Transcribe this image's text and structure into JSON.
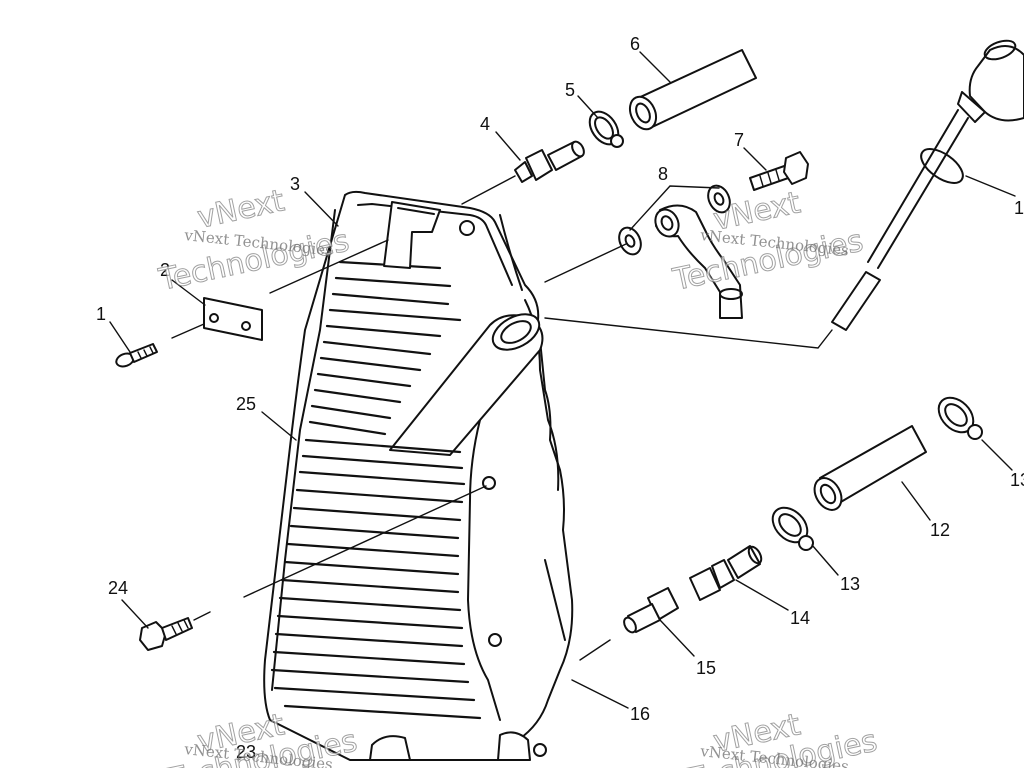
{
  "part_labels": {
    "p1": "1",
    "p2": "2",
    "p3": "3",
    "p4": "4",
    "p5": "5",
    "p6": "6",
    "p7": "7",
    "p8": "8",
    "p10": "1",
    "p12": "12",
    "p13a": "13",
    "p13b": "13",
    "p14": "14",
    "p15": "15",
    "p16": "16",
    "p23": "23",
    "p24": "24",
    "p25": "25"
  },
  "watermarks": {
    "w1_small": "vNext Technologies",
    "w1_big_a": "vNext",
    "w1_big_b": "Technologies",
    "w2_small": "vNext Technologies",
    "w2_big_a": "vNext",
    "w2_big_b": "Technologies",
    "w3_small": "vNext Technologies",
    "w3_big_a": "vNext",
    "w3_big_b": "Technologies",
    "w4_small": "vNext Technologies",
    "w4_big_a": "vNext",
    "w4_big_b": "Technologies"
  }
}
